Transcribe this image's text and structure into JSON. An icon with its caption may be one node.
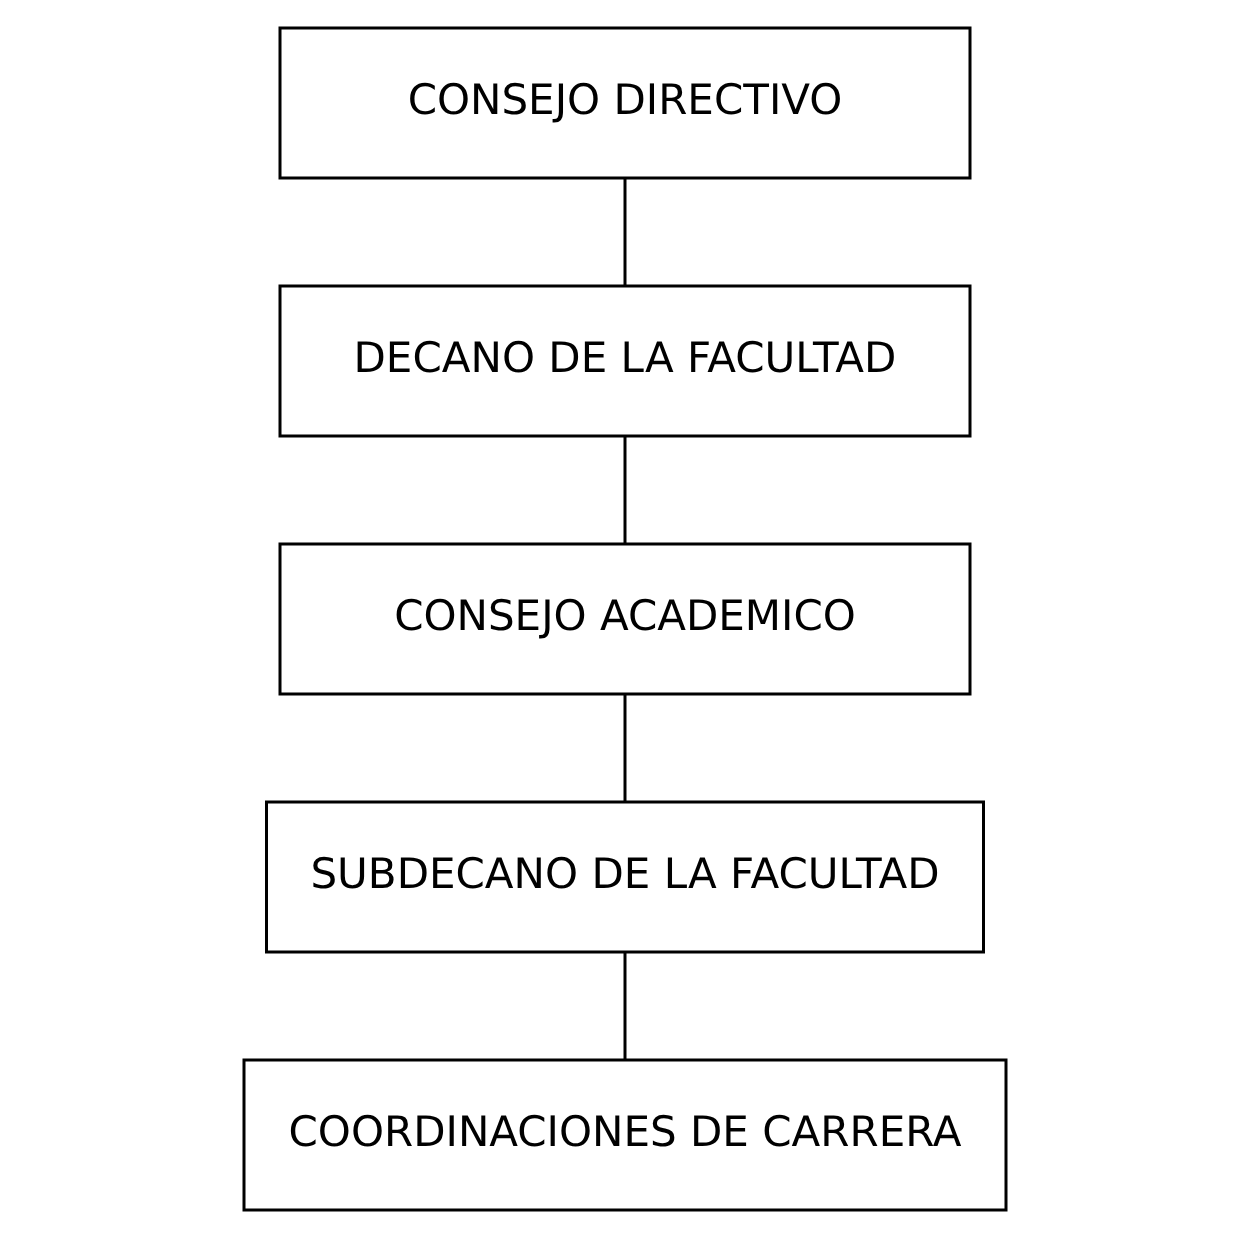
{
  "diagram": {
    "nodes": [
      {
        "text": [
          "CONSEJO DIRECTIVO"
        ]
      },
      {
        "text": [
          "DECANO DE LA FACULTAD"
        ]
      },
      {
        "text": [
          "CONSEJO ACADEMICO"
        ]
      },
      {
        "text": [
          "SUBDECANO DE LA FACULTAD"
        ]
      },
      {
        "text": [
          "COORDINACIONES DE CARRERA"
        ]
      }
    ],
    "edges": [
      {
        "from": 0,
        "to": 1,
        "arrow": "none"
      },
      {
        "from": 1,
        "to": 2,
        "arrow": "none"
      },
      {
        "from": 2,
        "to": 3,
        "arrow": "none"
      },
      {
        "from": 3,
        "to": 4,
        "arrow": "none"
      }
    ]
  }
}
